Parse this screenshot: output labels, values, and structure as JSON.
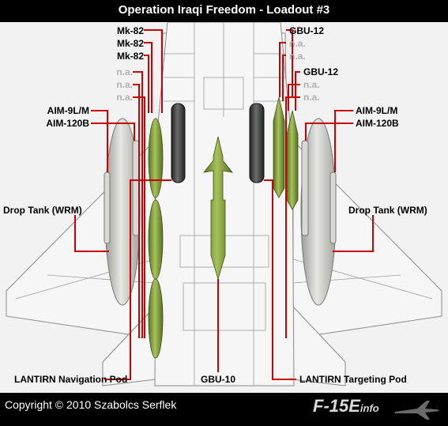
{
  "title": "Operation Iraqi Freedom - Loadout #3",
  "labels": {
    "left_stations": [
      "Mk-82",
      "Mk-82",
      "Mk-82"
    ],
    "left_na": [
      "n.a.",
      "n.a.",
      "n.a."
    ],
    "right_top": [
      "GBU-12",
      "n.a.",
      "n.a."
    ],
    "right_mid": [
      "GBU-12",
      "n.a.",
      "n.a."
    ],
    "left_aim_1": "AIM-9L/M",
    "left_aim_2": "AIM-120B",
    "right_aim_1": "AIM-9L/M",
    "right_aim_2": "AIM-120B",
    "left_tank": "Drop Tank (WRM)",
    "right_tank": "Drop Tank (WRM)",
    "nav_pod": "LANTIRN Navigation Pod",
    "center": "GBU-10",
    "target_pod": "LANTIRN Targeting Pod"
  },
  "footer": {
    "copyright": "Copyright © 2010 Szabolcs Serflek",
    "brand_main": "F-15E",
    "brand_sub": "info"
  },
  "colors": {
    "leader_line": "#cc0000",
    "bomb_green": "#7c9a3a",
    "tank_grey": "#c8c8c4",
    "pod_dark": "#3a3d3a",
    "header_bg": "#000000"
  }
}
